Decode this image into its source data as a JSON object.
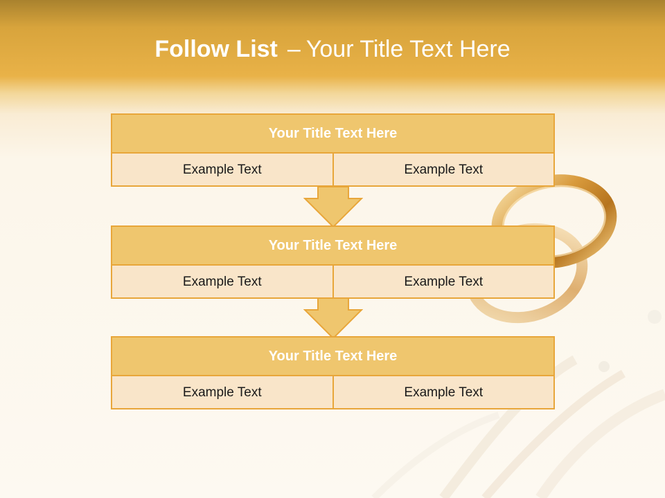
{
  "title": {
    "bold": "Follow List",
    "dash": "–",
    "rest": "Your Title Text Here"
  },
  "colors": {
    "header_band": "#e9b248",
    "box_border": "#e8a63a",
    "box_head_fill": "#efc66e",
    "box_body_fill": "#f9e5c9",
    "arrow_fill": "#efc66e"
  },
  "steps": [
    {
      "title": "Your Title Text Here",
      "left": "Example Text",
      "right": "Example Text"
    },
    {
      "title": "Your Title Text Here",
      "left": "Example Text",
      "right": "Example Text"
    },
    {
      "title": "Your Title Text Here",
      "left": "Example Text",
      "right": "Example Text"
    }
  ]
}
